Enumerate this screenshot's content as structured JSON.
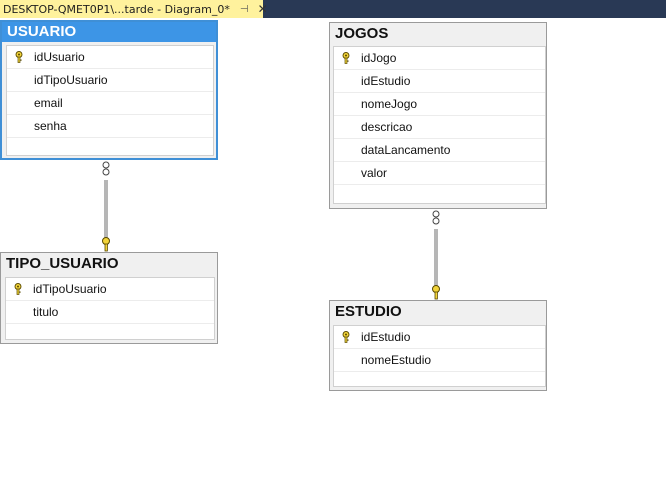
{
  "tab": {
    "title": "DESKTOP-QMET0P1\\...tarde - Diagram_0*",
    "pin_glyph": "⊣",
    "close_glyph": "✕"
  },
  "tables": {
    "usuario": {
      "name": "USUARIO",
      "columns": [
        {
          "name": "idUsuario",
          "primary_key": true
        },
        {
          "name": "idTipoUsuario",
          "primary_key": false
        },
        {
          "name": "email",
          "primary_key": false
        },
        {
          "name": "senha",
          "primary_key": false
        }
      ]
    },
    "tipo_usuario": {
      "name": "TIPO_USUARIO",
      "columns": [
        {
          "name": "idTipoUsuario",
          "primary_key": true
        },
        {
          "name": "titulo",
          "primary_key": false
        }
      ]
    },
    "jogos": {
      "name": "JOGOS",
      "columns": [
        {
          "name": "idJogo",
          "primary_key": true
        },
        {
          "name": "idEstudio",
          "primary_key": false
        },
        {
          "name": "nomeJogo",
          "primary_key": false
        },
        {
          "name": "descricao",
          "primary_key": false
        },
        {
          "name": "dataLancamento",
          "primary_key": false
        },
        {
          "name": "valor",
          "primary_key": false
        }
      ]
    },
    "estudio": {
      "name": "ESTUDIO",
      "columns": [
        {
          "name": "idEstudio",
          "primary_key": true
        },
        {
          "name": "nomeEstudio",
          "primary_key": false
        }
      ]
    }
  },
  "colors": {
    "tab_bar": "#293955",
    "active_tab": "#fff29d",
    "selected_header": "#3d95e6",
    "key_icon": "#f2d43a"
  }
}
